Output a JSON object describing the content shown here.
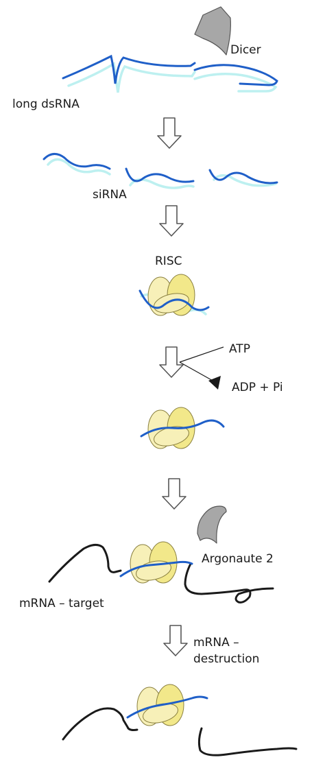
{
  "labels": {
    "dicer": "Dicer",
    "long_dsrna": "long dsRNA",
    "sirna": "siRNA",
    "risc": "RISC",
    "atp": "ATP",
    "adp_pi": "ADP + Pi",
    "argonaute": "Argonaute 2",
    "mrna_target": "mRNA – target",
    "mrna_dash": "mRNA –",
    "destruction": "destruction"
  },
  "colors": {
    "rna_strand": "#1f5fc8",
    "rna_complement": "#bdf0f0",
    "mrna": "#1a1a1a",
    "protein_fill": "#f2e88a",
    "protein_fill_light": "#f7f0b8",
    "protein_stroke": "#8a8040",
    "enzyme_gray": "#a7a7a7",
    "arrow_stroke": "#555555"
  },
  "icons": {
    "dicer": "dicer-enzyme-icon",
    "argonaute": "argonaute-enzyme-icon",
    "risc": "risc-complex-icon",
    "step_arrow": "down-arrow-icon"
  }
}
